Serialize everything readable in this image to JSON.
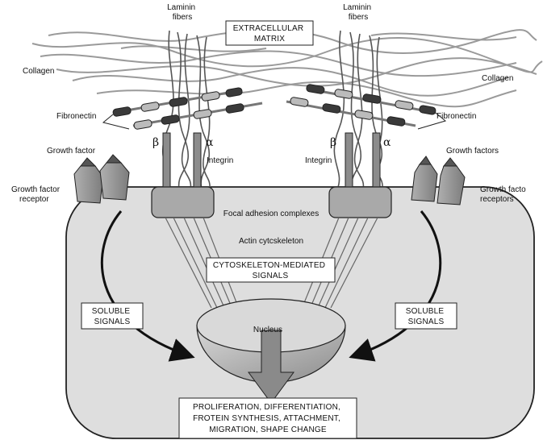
{
  "labels": {
    "laminin_left": [
      "Laminin",
      "fibers"
    ],
    "laminin_right": [
      "Laminin",
      "fibers"
    ],
    "ecm": [
      "EXTRACELLULAR",
      "MATRIX"
    ],
    "collagen_left": "Collagen",
    "collagen_right": "Collagen",
    "fibronectin_left": "Fibronectin",
    "fibronectin_right": "Fibronectin",
    "beta_left": "β",
    "alpha_left": "α",
    "beta_right": "β",
    "alpha_right": "α",
    "integrin_left": "Integrin",
    "integrin_right": "Integrin",
    "growth_factor_left": "Growth factor",
    "growth_factors_right": "Growth factors",
    "gf_receptor_left": [
      "Growth factor",
      "receptor"
    ],
    "gf_receptors_right": [
      "Growth facto",
      "receptors"
    ],
    "focal_adhesion": "Focal adhesion complexes",
    "actin": "Actin cytcskeleton",
    "cyto_signals": [
      "CYTOSKELETON-MEDIATED",
      "SIGNALS"
    ],
    "soluble_left": [
      "SOLUBLE",
      "SIGNALS"
    ],
    "soluble_right": [
      "SOLUBLE",
      "SIGNALS"
    ],
    "nucleus": "Nucleus",
    "outcome": [
      "PROLIFERATION, DIFFERENTIATION,",
      "FROTEIN SYNTHESIS, ATTACHMENT,",
      "MIGRATION, SHAPE CHANGE"
    ]
  },
  "colors": {
    "cell_fill": "#dcdcdc",
    "cell_stroke": "#222222",
    "receptor_fill": "#9a9a9a",
    "nucleus_fill": "#b8b8b8",
    "fiber": "#8a8a8a"
  }
}
